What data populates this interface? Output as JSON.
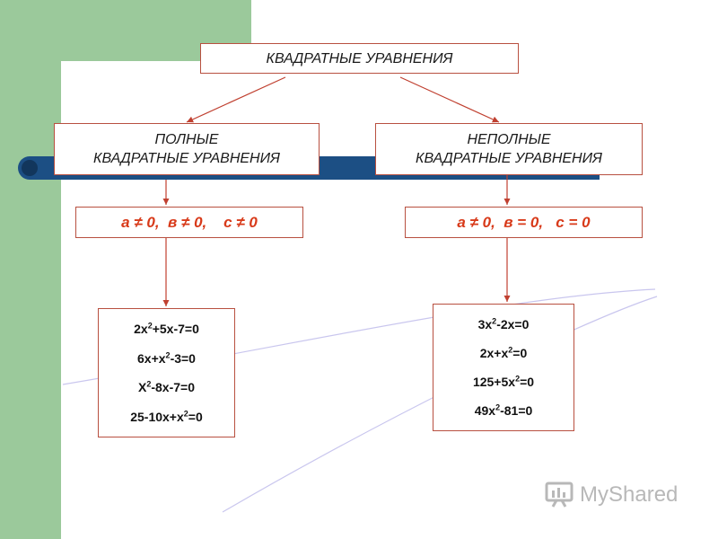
{
  "colors": {
    "green_bg": "#9bc99b",
    "blue_bar": "#1c4f84",
    "box_border": "#b85040",
    "condition_red": "#d83a1a",
    "arrow": "#c04030"
  },
  "top": {
    "title": "КВАДРАТНЫЕ УРАВНЕНИЯ"
  },
  "left": {
    "title_line1": "ПОЛНЫЕ",
    "title_line2": "КВАДРАТНЫЕ УРАВНЕНИЯ",
    "condition": "а ≠ 0,  в ≠ 0,    с ≠ 0",
    "equations": [
      {
        "a": "2х",
        "sup1": "2",
        "b": "+5х-7=0",
        "sup2": "",
        "c": ""
      },
      {
        "a": "6х+х",
        "sup1": "2",
        "b": "-3=0",
        "sup2": "",
        "c": ""
      },
      {
        "a": "Х",
        "sup1": "2",
        "b": "-8х-7=0",
        "sup2": "",
        "c": ""
      },
      {
        "a": "25-10х+х",
        "sup1": "2",
        "b": "=0",
        "sup2": "",
        "c": ""
      }
    ]
  },
  "right": {
    "title_line1": "НЕПОЛНЫЕ",
    "title_line2": "КВАДРАТНЫЕ УРАВНЕНИЯ",
    "condition": "а ≠ 0,  в = 0,   с = 0",
    "equations": [
      {
        "a": "3х",
        "sup1": "2",
        "b": "-2х=0"
      },
      {
        "a": "2х+х",
        "sup1": "2",
        "b": "=0"
      },
      {
        "a": "125+5х",
        "sup1": "2",
        "b": "=0"
      },
      {
        "a": "49х",
        "sup1": "2",
        "b": "-81=0"
      }
    ]
  },
  "logo": {
    "text": "MyShared",
    "icon": "presentation-board-icon"
  }
}
